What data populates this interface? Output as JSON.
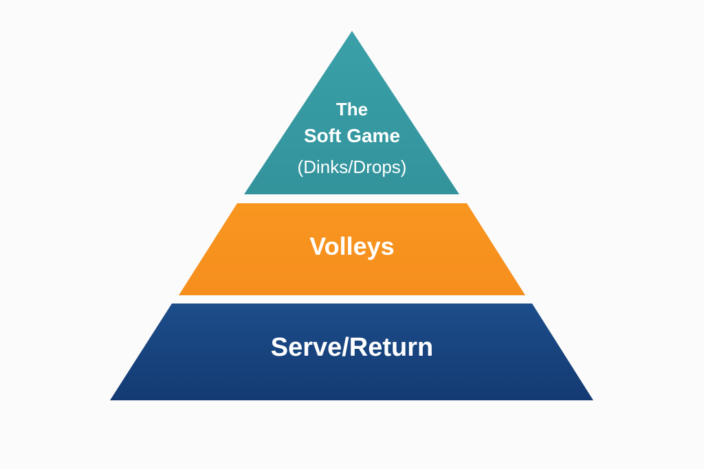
{
  "pyramid": {
    "top": {
      "lines": [
        "The",
        "Soft Game",
        "(Dinks/Drops)"
      ],
      "color": "#3a9da5"
    },
    "middle": {
      "label": "Volleys",
      "color": "#f7921f"
    },
    "bottom": {
      "label": "Serve/Return",
      "color": "#1a4a86"
    }
  }
}
